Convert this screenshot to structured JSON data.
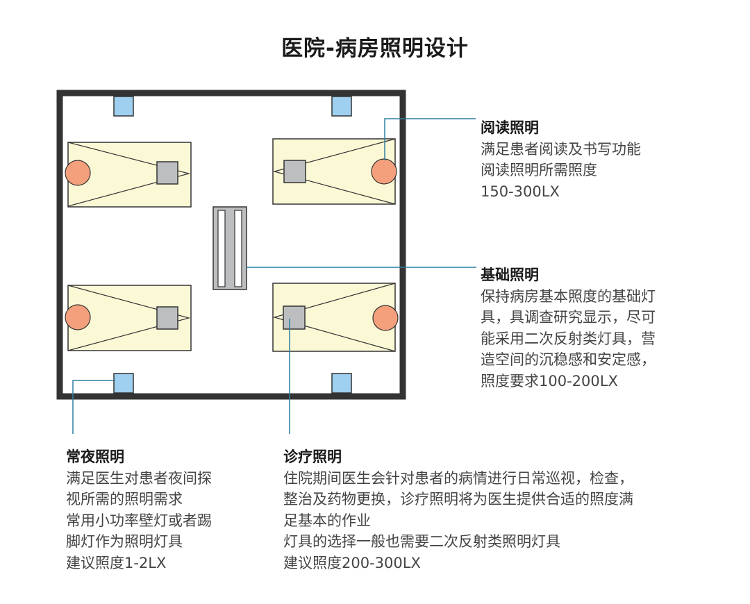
{
  "title": "医院-病房照明设计",
  "notes": {
    "reading": {
      "heading": "阅读照明",
      "lines": [
        "满足患者阅读及书写功能",
        "阅读照明所需照度",
        "150-300LX"
      ]
    },
    "basic": {
      "heading": "基础照明",
      "lines": [
        "保持病房基本照度的基础灯",
        "具，具调查研究显示，尽可",
        "能采用二次反射类灯具，营",
        "造空间的沉稳感和安定感，",
        "照度要求100-200LX"
      ]
    },
    "night": {
      "heading": "常夜照明",
      "lines": [
        "满足医生对患者夜间探",
        "视所需的照明需求",
        "常用小功率壁灯或者踢",
        "脚灯作为照明灯具",
        "建议照度1-2LX"
      ]
    },
    "diagnosis": {
      "heading": "诊疗照明",
      "lines": [
        "住院期间医生会针对患者的病情进行日常巡视，检查，",
        "整治及药物更换，诊疗照明将为医生提供合适的照度满",
        "足基本的作业",
        "灯具的选择一般也需要二次反射类照明灯具",
        "建议照度200-300LX"
      ]
    }
  },
  "colors": {
    "wall": "#333333",
    "bed_fill": "#fbf8d6",
    "pillow": "#f4a07c",
    "lamp": "#bdbec0",
    "wall_light": "#9fd0ef",
    "leader": "#2f7fa0"
  }
}
